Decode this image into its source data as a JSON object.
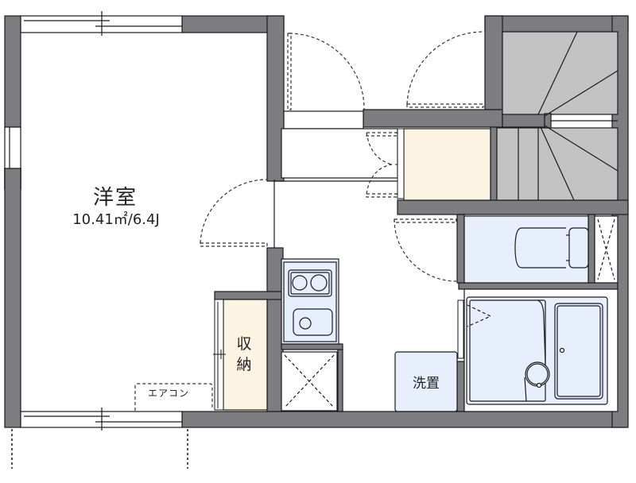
{
  "floorplan": {
    "colors": {
      "wall": "#7d7c80",
      "outline": "#1a1a1a",
      "storage_fill": "#fdf3e2",
      "wet_area_fill": "#e6effb",
      "stair_fill": "#c3c3c3",
      "background": "#ffffff"
    },
    "rooms": {
      "western_room": {
        "name": "洋室",
        "area": "10.41㎡/6.4J"
      },
      "storage": {
        "name": "収納"
      },
      "aircon": {
        "name": "エアコン"
      },
      "washer": {
        "name": "洗置"
      }
    },
    "fixtures": [
      "kitchen-stove",
      "kitchen-sink",
      "refrigerator-space",
      "toilet",
      "bathtub",
      "washbasin",
      "staircase",
      "closet-shelf"
    ]
  }
}
